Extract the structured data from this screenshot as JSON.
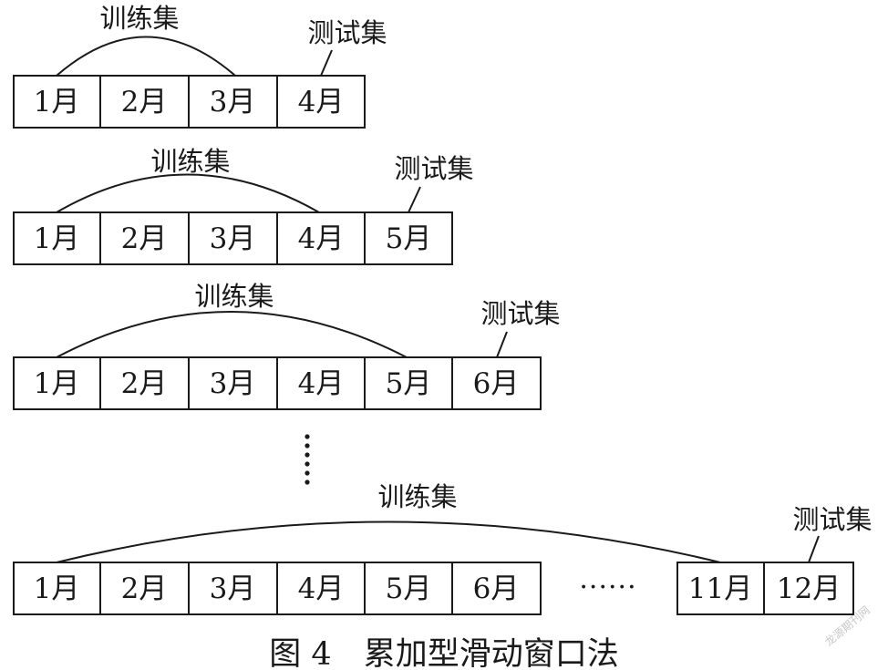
{
  "diagram": {
    "rows": [
      {
        "train_label": "训练集",
        "test_label": "测试集",
        "cells": [
          "1月",
          "2月",
          "3月",
          "4月"
        ]
      },
      {
        "train_label": "训练集",
        "test_label": "测试集",
        "cells": [
          "1月",
          "2月",
          "3月",
          "4月",
          "5月"
        ]
      },
      {
        "train_label": "训练集",
        "test_label": "测试集",
        "cells": [
          "1月",
          "2月",
          "3月",
          "4月",
          "5月",
          "6月"
        ]
      },
      {
        "train_label": "训练集",
        "test_label": "测试集",
        "cells": [
          "1月",
          "2月",
          "3月",
          "4月",
          "5月",
          "6月"
        ],
        "gap_text": "······",
        "tail_cells": [
          "11月",
          "12月"
        ]
      }
    ],
    "caption": "图 4　累加型滑动窗口法",
    "watermark": "龙源期刊网"
  }
}
